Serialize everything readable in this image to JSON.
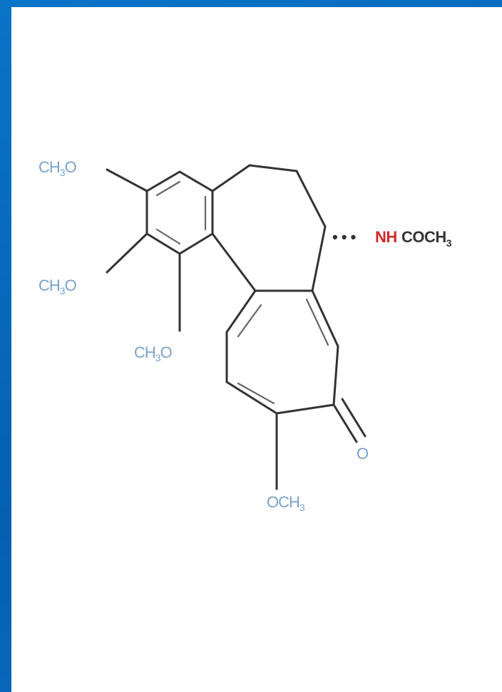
{
  "labels": {
    "meo_top": {
      "main": "CH",
      "sub": "3",
      "tail": "O"
    },
    "meo_mid": {
      "main": "CH",
      "sub": "3",
      "tail": "O"
    },
    "meo_low": {
      "main": "CH",
      "sub": "3",
      "tail": "O"
    },
    "nh": "NH",
    "acetyl": {
      "main": "COCH",
      "sub": "3"
    },
    "stereo_dots": "• • •",
    "carbonyl_o": "O",
    "ome_bottom": {
      "main": "OCH",
      "sub": "3"
    }
  },
  "colors": {
    "methoxy": "#7aa3c8",
    "nitrogen": "#d02a2a",
    "bonds": "#333333",
    "background_frame": "#0a6bbf",
    "slide": "#ffffff"
  }
}
